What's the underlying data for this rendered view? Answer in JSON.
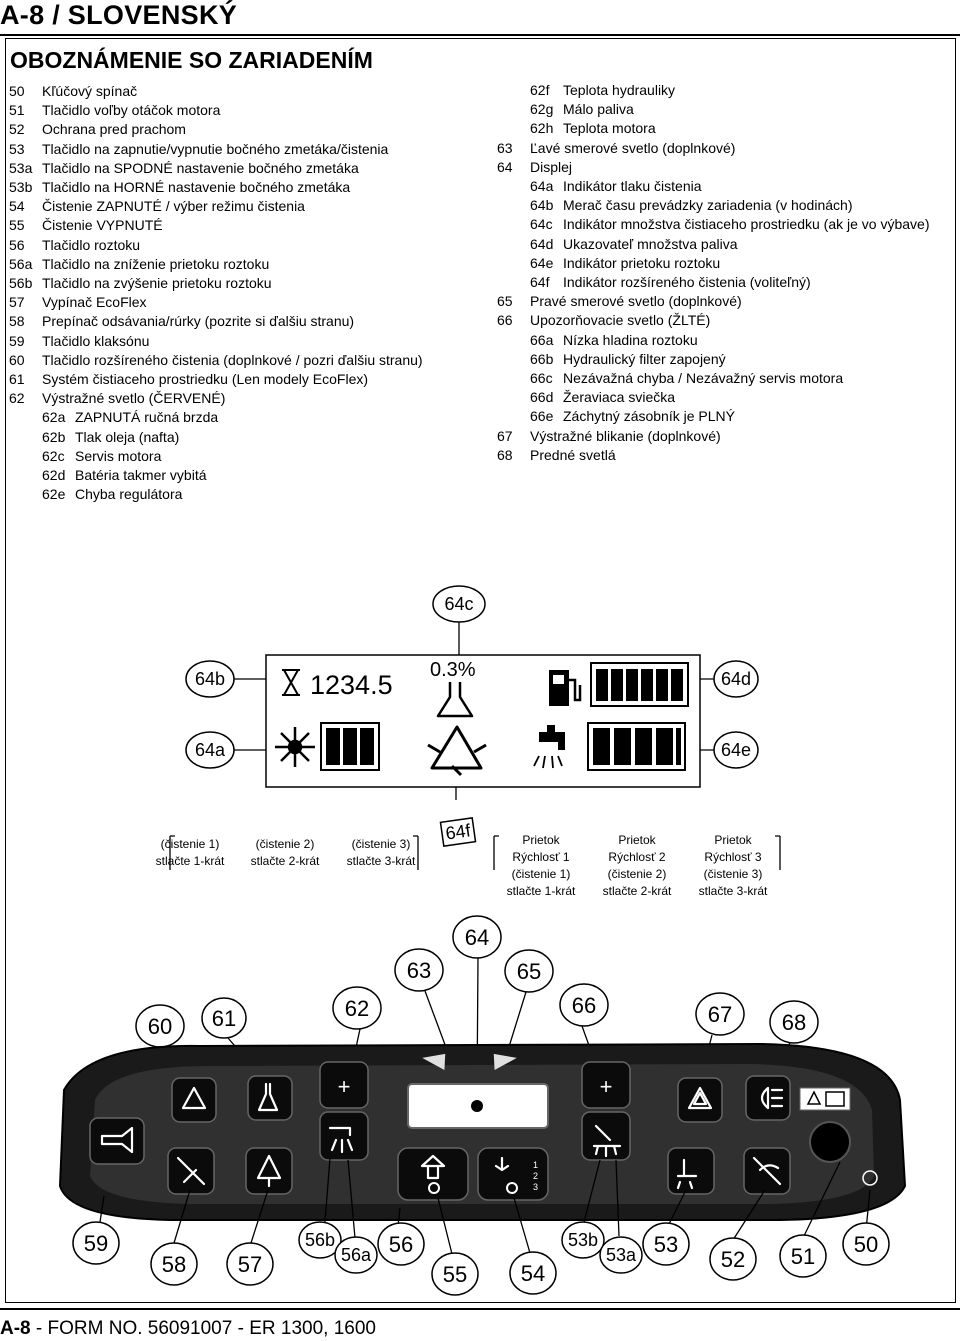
{
  "header": {
    "title": "A-8 / SLOVENSKÝ"
  },
  "section_title": "OBOZNÁMENIE SO ZARIADENÍM",
  "left_items": [
    {
      "num": "50",
      "text": "Kľúčový spínač"
    },
    {
      "num": "51",
      "text": "Tlačidlo voľby otáčok motora"
    },
    {
      "num": "52",
      "text": "Ochrana pred prachom"
    },
    {
      "num": "53",
      "text": "Tlačidlo na zapnutie/vypnutie bočného zmetáka/čistenia"
    },
    {
      "num": "53a",
      "text": "Tlačidlo na SPODNÉ nastavenie bočného zmetáka"
    },
    {
      "num": "53b",
      "text": "Tlačidlo na HORNÉ nastavenie bočného zmetáka"
    },
    {
      "num": "54",
      "text": "Čistenie ZAPNUTÉ / výber režimu čistenia"
    },
    {
      "num": "55",
      "text": "Čistenie VYPNUTÉ"
    },
    {
      "num": "56",
      "text": "Tlačidlo roztoku"
    },
    {
      "num": "56a",
      "text": "Tlačidlo na zníženie prietoku roztoku"
    },
    {
      "num": "56b",
      "text": "Tlačidlo na zvýšenie prietoku roztoku"
    },
    {
      "num": "57",
      "text": "Vypínač EcoFlex"
    },
    {
      "num": "58",
      "text": "Prepínač odsávania/rúrky  (pozrite si ďalšiu stranu)"
    },
    {
      "num": "59",
      "text": "Tlačidlo klaksónu"
    },
    {
      "num": "60",
      "text": "Tlačidlo rozšíreného čistenia (doplnkové / pozri ďalšiu stranu)"
    },
    {
      "num": "61",
      "text": "Systém čistiaceho prostriedku (Len modely EcoFlex)"
    },
    {
      "num": "62",
      "text": "Výstražné svetlo (ČERVENÉ)"
    },
    {
      "num": "62a",
      "text": "ZAPNUTÁ ručná brzda",
      "sub": true
    },
    {
      "num": "62b",
      "text": "Tlak oleja (nafta)",
      "sub": true
    },
    {
      "num": "62c",
      "text": "Servis motora",
      "sub": true
    },
    {
      "num": "62d",
      "text": "Batéria takmer vybitá",
      "sub": true
    },
    {
      "num": "62e",
      "text": "Chyba regulátora",
      "sub": true
    }
  ],
  "right_items": [
    {
      "num": "62f",
      "text": "Teplota hydrauliky",
      "sub": true
    },
    {
      "num": "62g",
      "text": "Málo paliva",
      "sub": true
    },
    {
      "num": "62h",
      "text": "Teplota motora",
      "sub": true
    },
    {
      "num": "63",
      "text": "Ľavé smerové svetlo (doplnkové)"
    },
    {
      "num": "64",
      "text": "Displej"
    },
    {
      "num": "64a",
      "text": "Indikátor tlaku čistenia",
      "sub": true
    },
    {
      "num": "64b",
      "text": "Merač času prevádzky zariadenia (v hodinách)",
      "sub": true
    },
    {
      "num": "64c",
      "text": "Indikátor množstva čistiaceho prostriedku (ak je vo výbave)",
      "sub": true
    },
    {
      "num": "64d",
      "text": "Ukazovateľ množstva paliva",
      "sub": true
    },
    {
      "num": "64e",
      "text": "Indikátor prietoku roztoku",
      "sub": true
    },
    {
      "num": "64f",
      "text": "Indikátor rozšíreného čistenia (voliteľný)",
      "sub": true
    },
    {
      "num": "65",
      "text": "Pravé smerové svetlo (doplnkové)"
    },
    {
      "num": "66",
      "text": "Upozorňovacie svetlo (ŽLTÉ)"
    },
    {
      "num": "66a",
      "text": "Nízka hladina roztoku",
      "sub": true
    },
    {
      "num": "66b",
      "text": "Hydraulický filter zapojený",
      "sub": true
    },
    {
      "num": "66c",
      "text": "Nezávažná chyba / Nezávažný servis motora",
      "sub": true
    },
    {
      "num": "66d",
      "text": "Žeraviaca sviečka",
      "sub": true
    },
    {
      "num": "66e",
      "text": "Záchytný zásobník je PLNÝ",
      "sub": true
    },
    {
      "num": "67",
      "text": "Výstražné blikanie (doplnkové)"
    },
    {
      "num": "68",
      "text": "Predné svetlá"
    }
  ],
  "display": {
    "hour_meter": "1234.5",
    "detergent_percent": "0.3%",
    "callouts": {
      "c64c": "64c",
      "c64b": "64b",
      "c64a": "64a",
      "c64d": "64d",
      "c64e": "64e",
      "c64f": "64f"
    }
  },
  "captions": {
    "scrub1": [
      "(čistenie 1)",
      "stlačte 1-krát"
    ],
    "scrub2": [
      "(čistenie 2)",
      "stlačte 2-krát"
    ],
    "scrub3": [
      "(čistenie 3)",
      "stlačte 3-krát"
    ],
    "flow1": [
      "Prietok",
      "Rýchlosť 1",
      "(čistenie 1)",
      "stlačte 1-krát"
    ],
    "flow2": [
      "Prietok",
      "Rýchlosť 2",
      "(čistenie 2)",
      "stlačte 2-krát"
    ],
    "flow3": [
      "Prietok",
      "Rýchlosť 3",
      "(čistenie 3)",
      "stlačte 3-krát"
    ]
  },
  "panel_callouts": {
    "c60": "60",
    "c61": "61",
    "c62": "62",
    "c63": "63",
    "c64": "64",
    "c65": "65",
    "c66": "66",
    "c67": "67",
    "c68": "68",
    "c59": "59",
    "c58": "58",
    "c57": "57",
    "c56b": "56b",
    "c56a": "56a",
    "c56": "56",
    "c55": "55",
    "c54": "54",
    "c53b": "53b",
    "c53a": "53a",
    "c53": "53",
    "c52": "52",
    "c51": "51",
    "c50": "50"
  },
  "panel_marks": {
    "plus": "+",
    "minus": "–",
    "mode1": "1",
    "mode2": "2",
    "mode3": "3"
  },
  "footer": {
    "left": "A-8",
    "right": " - FORM NO. 56091007 - ER 1300, 1600"
  }
}
